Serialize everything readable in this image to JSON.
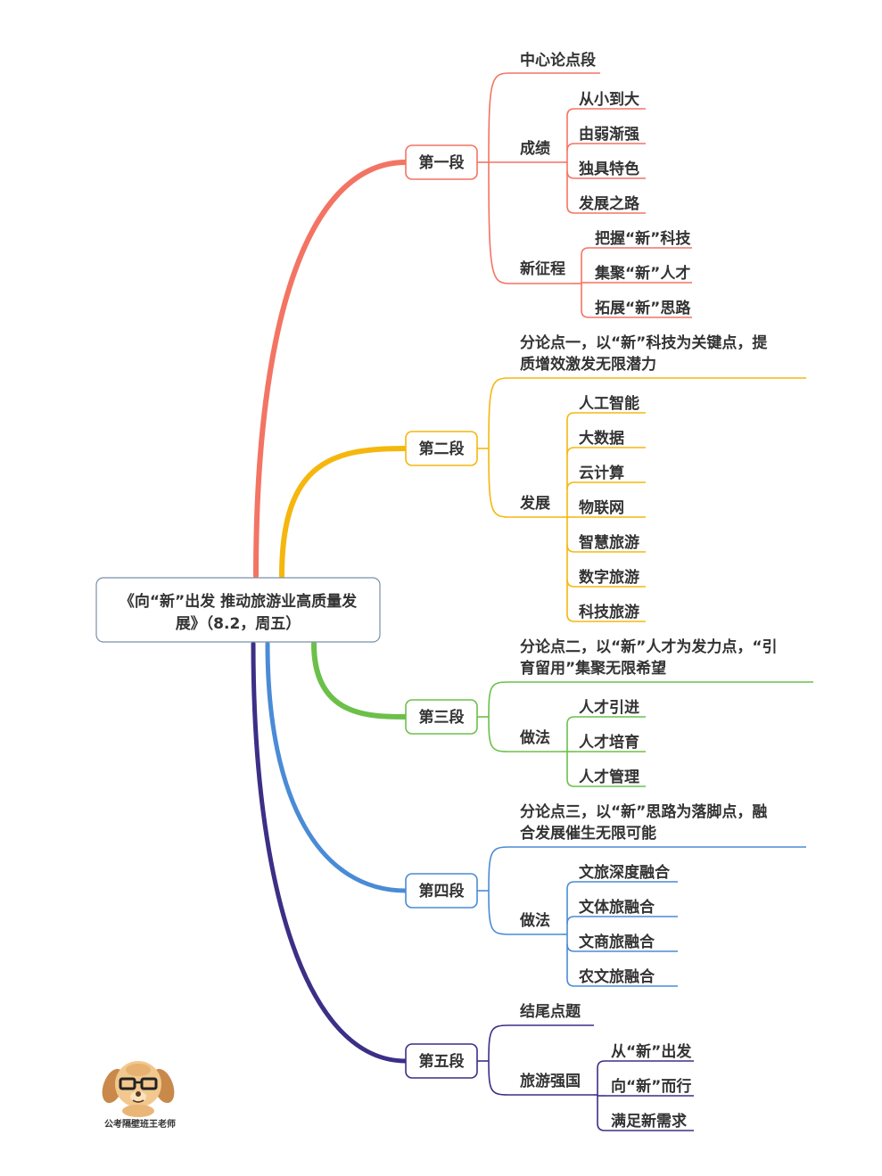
{
  "colors": {
    "section_1": "#F37463",
    "section_2": "#F5B70E",
    "section_3": "#6CC04A",
    "section_4": "#4A8BD6",
    "section_5": "#3B2F86",
    "text": "#333333",
    "root_border": "#7A8FA8"
  },
  "root": {
    "title_line1": "《向“新”出发 推动旅游业高质量发",
    "title_line2": "展》（8.2，周五）"
  },
  "sections": [
    {
      "label": "第一段",
      "branches": [
        {
          "label": "中心论点段",
          "children": []
        },
        {
          "label": "成绩",
          "children": [
            "从小到大",
            "由弱渐强",
            "独具特色",
            "发展之路"
          ]
        },
        {
          "label": "新征程",
          "children": [
            "把握“新”科技",
            "集聚“新”人才",
            "拓展“新”思路"
          ]
        }
      ]
    },
    {
      "label": "第二段",
      "branches": [
        {
          "label": "分论点一，以“新”科技为关键点，提",
          "label2": "质增效激发无限潜力",
          "children": []
        },
        {
          "label": "发展",
          "children": [
            "人工智能",
            "大数据",
            "云计算",
            "物联网",
            "智慧旅游",
            "数字旅游",
            "科技旅游"
          ]
        }
      ]
    },
    {
      "label": "第三段",
      "branches": [
        {
          "label": "分论点二，以“新”人才为发力点，“引",
          "label2": "育留用”集聚无限希望",
          "children": []
        },
        {
          "label": "做法",
          "children": [
            "人才引进",
            "人才培育",
            "人才管理"
          ]
        }
      ]
    },
    {
      "label": "第四段",
      "branches": [
        {
          "label": "分论点三，以“新”思路为落脚点，融",
          "label2": "合发展催生无限可能",
          "children": []
        },
        {
          "label": "做法",
          "children": [
            "文旅深度融合",
            "文体旅融合",
            "文商旅融合",
            "农文旅融合"
          ]
        }
      ]
    },
    {
      "label": "第五段",
      "branches": [
        {
          "label": "结尾点题",
          "children": []
        },
        {
          "label": "旅游强国",
          "children": [
            "从“新”出发",
            "向“新”而行",
            "满足新需求"
          ]
        }
      ]
    }
  ],
  "watermark": {
    "icon": "dog-mascot-icon",
    "caption": "公考隔壁班王老师"
  }
}
